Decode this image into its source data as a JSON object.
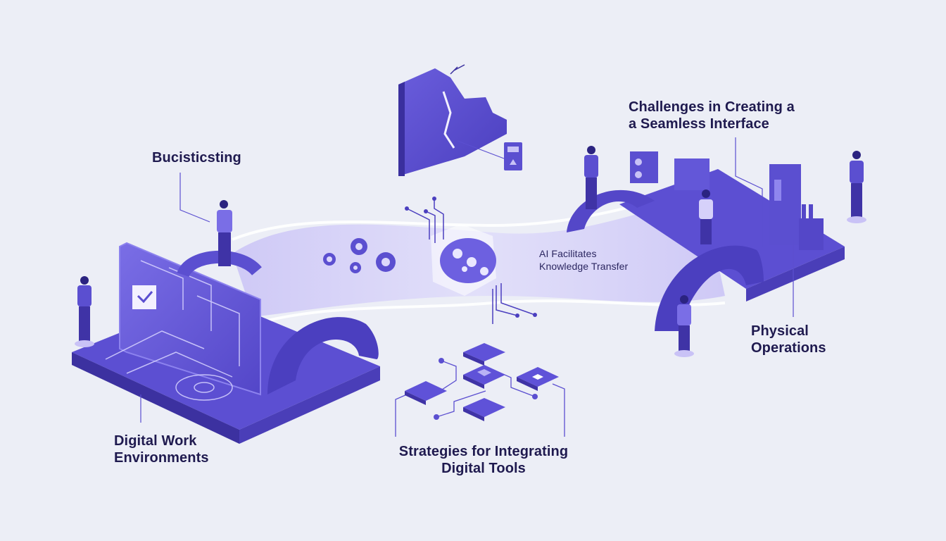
{
  "diagram": {
    "labels": {
      "top_left": "Bucisticsting",
      "top_right": "Challenges in Creating a\na Seamless Interface",
      "center": "AI Facilitates\nKnowledge Transfer",
      "right": "Physical\nOperations",
      "left": "Digital Work\nEnvironments",
      "bottom": "Strategies for Integrating\nDigital Tools"
    },
    "icons": {
      "broken_wall": "broken-wall-icon",
      "brain": "brain-gears-icon",
      "gears": "gears-icon",
      "blocks": "connected-blocks-icon",
      "digital_panel": "circuit-panel-icon",
      "physical_platform": "machinery-platform-icon"
    },
    "colors": {
      "background": "#eceef6",
      "primary": "#5b4fd0",
      "primary_dark": "#3f33a6",
      "primary_light": "#a79ff0",
      "flow": "#d6d1fa",
      "text": "#1f1a4f"
    }
  }
}
